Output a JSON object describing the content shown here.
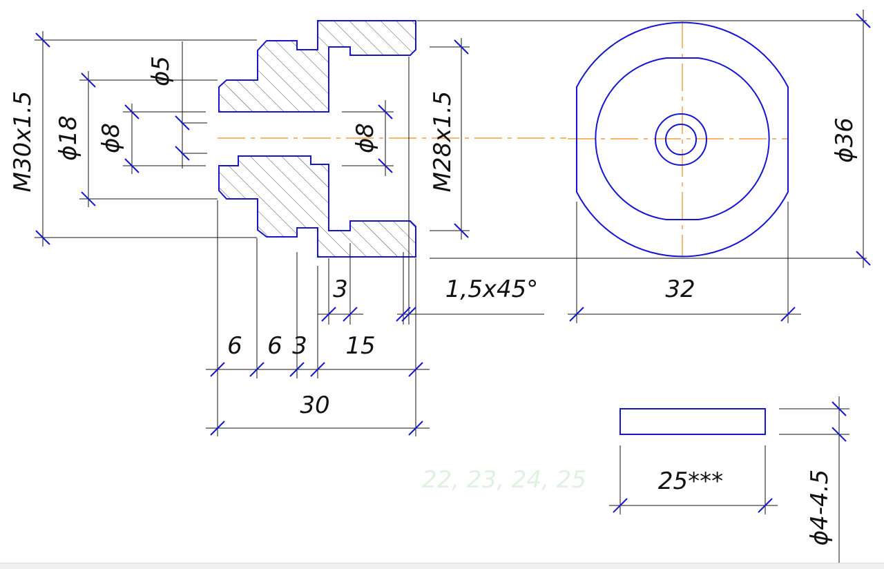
{
  "colors": {
    "outline": "#1515d0",
    "dimension_line": "#111111",
    "axis": "#f08a1a",
    "hatch": "#555555",
    "ghost_text": "#dff2df"
  },
  "section_view": {
    "dims": {
      "m30": "M30x1.5",
      "d18": "ϕ18",
      "d8_left": "ϕ8",
      "d5": "ϕ5",
      "d8_right": "ϕ8",
      "m28": "M28x1.5",
      "w3_top": "3",
      "chamfer": "1,5x45°",
      "w6a": "6",
      "w6b": "6",
      "w3": "3",
      "w15": "15",
      "total30": "30"
    }
  },
  "end_view": {
    "dims": {
      "d36": "ϕ36",
      "w32": "32"
    }
  },
  "gasket": {
    "dims": {
      "d25": "25***",
      "thickness": "ϕ4-4.5"
    },
    "ghost_text": "22, 23, 24, 25"
  }
}
